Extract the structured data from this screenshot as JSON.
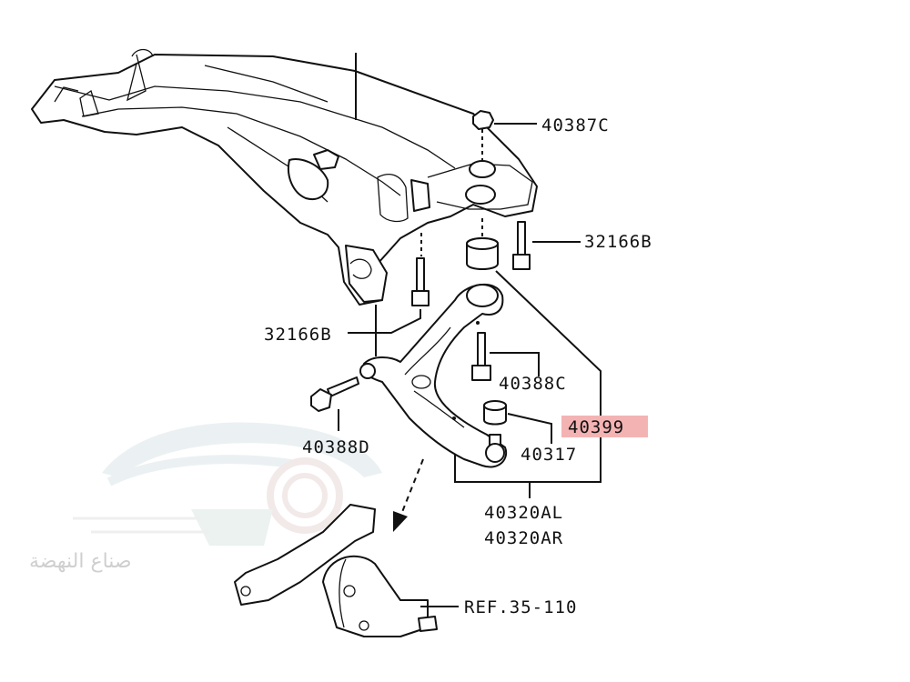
{
  "labels": {
    "p40387c": "40387C",
    "p32166b_right": "32166B",
    "p32166b_left": "32166B",
    "p40388c": "40388C",
    "p40399": "40399",
    "p40317": "40317",
    "p40388d": "40388D",
    "p40320al": "40320AL",
    "p40320ar": "40320AR",
    "ref": "REF.35-110"
  },
  "watermark": {
    "text": "صناع النهضة"
  },
  "colors": {
    "highlight": "#f4b3b3",
    "line": "#111111",
    "watermark": "#d8e6ec"
  }
}
